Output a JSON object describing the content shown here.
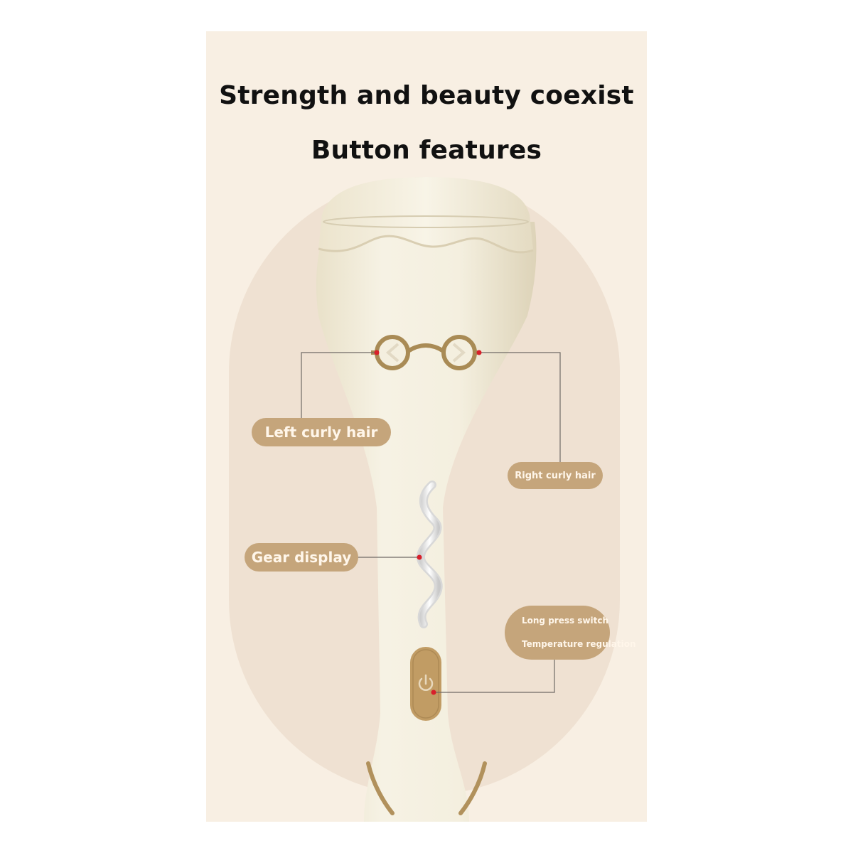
{
  "headline": {
    "title": "Strength and beauty coexist",
    "subtitle": "Button features"
  },
  "callouts": {
    "left_button": "Left curly hair",
    "right_button": "Right curly hair",
    "gear_display": "Gear display",
    "power_button_line1": "Long press switch",
    "power_button_line2": "Temperature regulation"
  },
  "colors": {
    "panel_background": "#f8efe3",
    "arch_background": "#efe1d2",
    "device_body": "#f4efdf",
    "accent_bronze": "#a98b55",
    "label_pill": "#c5a57b",
    "pointer_dot": "#d8202a"
  },
  "icons": {
    "left_button": "chevron-left-icon",
    "right_button": "chevron-right-icon",
    "power_button": "power-icon",
    "gear_indicator": "wavy-line-icon"
  }
}
